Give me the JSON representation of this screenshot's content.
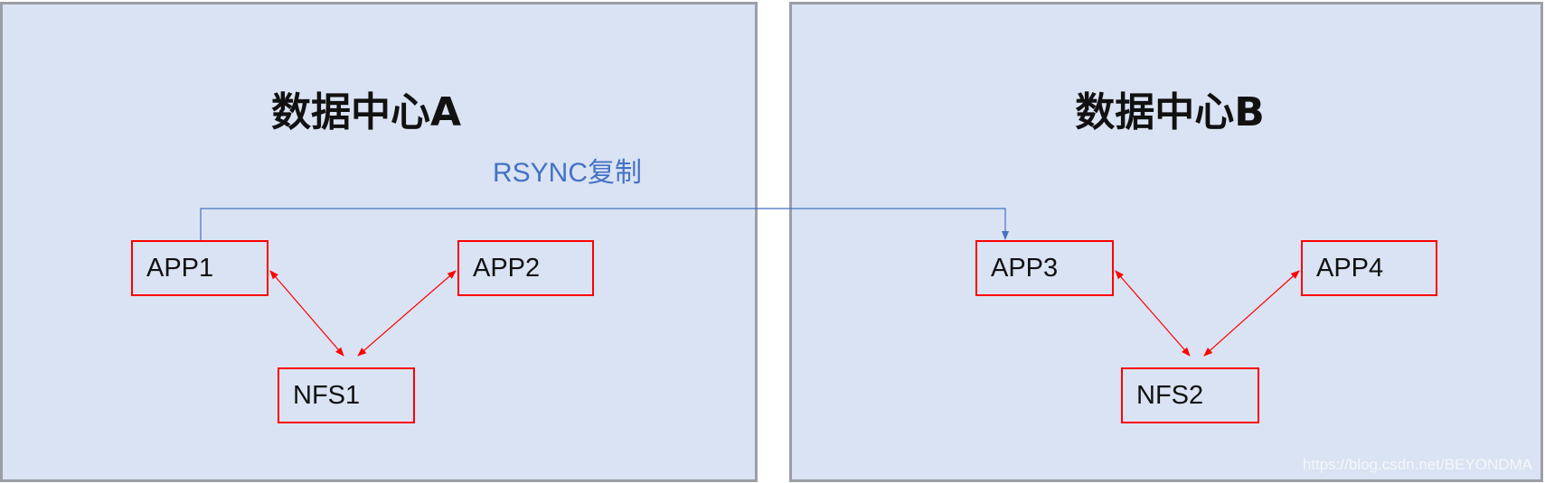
{
  "datacenter_a": {
    "title": "数据中心A",
    "apps": [
      "APP1",
      "APP2"
    ],
    "nfs": "NFS1"
  },
  "datacenter_b": {
    "title": "数据中心B",
    "apps": [
      "APP3",
      "APP4"
    ],
    "nfs": "NFS2"
  },
  "replication_label": "RSYNC复制",
  "watermark": "https://blog.csdn.net/BEYONDMA",
  "colors": {
    "panel": "#dae3f3",
    "box_border": "#ff0000",
    "rsync": "#4472c4"
  }
}
